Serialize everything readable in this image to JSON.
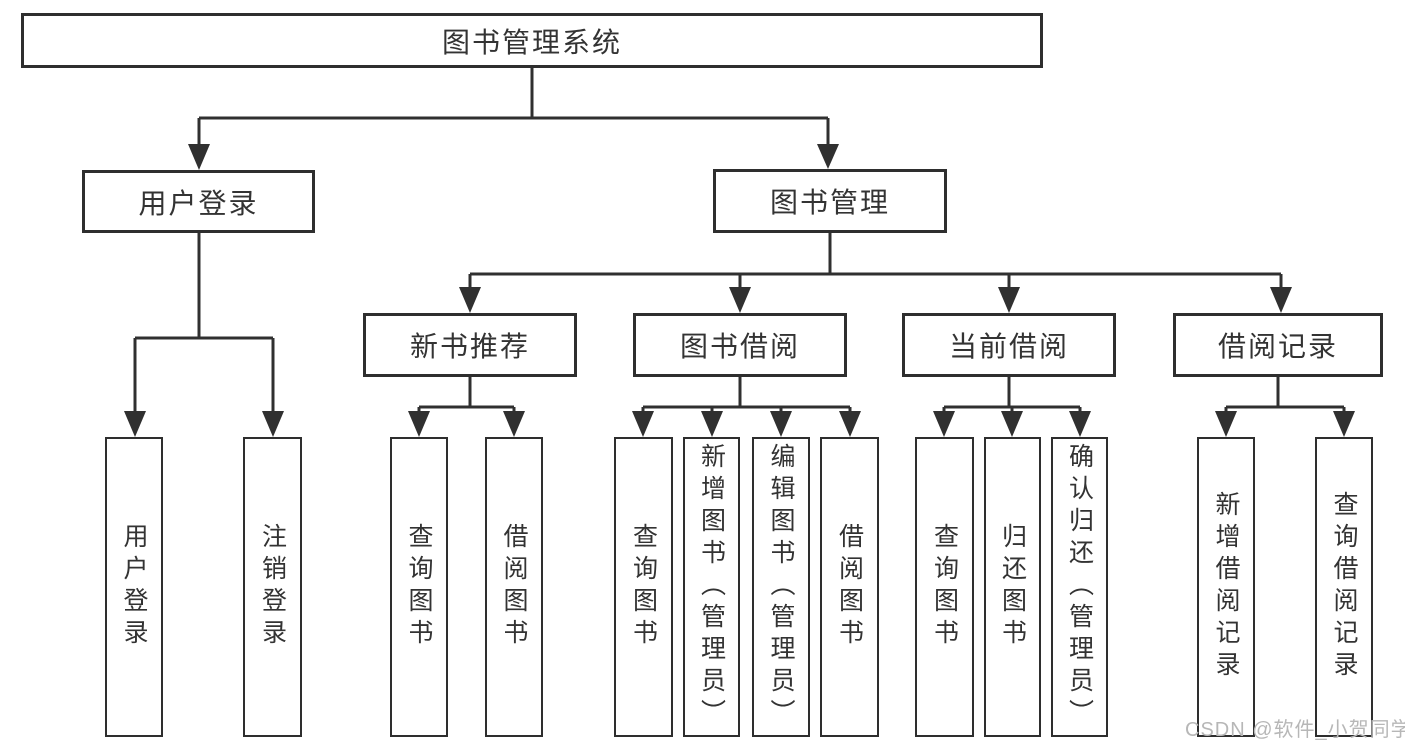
{
  "nodes": {
    "root": "图书管理系统",
    "user_login": "用户登录",
    "book_mgmt": "图书管理",
    "new_book_rec": "新书推荐",
    "book_borrow": "图书借阅",
    "current_borrow": "当前借阅",
    "borrow_record": "借阅记录",
    "leaf_user_login": "用户登录",
    "leaf_logout": "注销登录",
    "leaf_nbr_query": "查询图书",
    "leaf_nbr_borrow": "借阅图书",
    "leaf_bb_query": "查询图书",
    "leaf_bb_add": "新增图书（管理员）",
    "leaf_bb_edit": "编辑图书（管理员）",
    "leaf_bb_borrow": "借阅图书",
    "leaf_cb_query": "查询图书",
    "leaf_cb_return": "归还图书",
    "leaf_cb_confirm": "确认归还（管理员）",
    "leaf_br_add": "新增借阅记录",
    "leaf_br_query": "查询借阅记录"
  },
  "hierarchy": {
    "图书管理系统": [
      "用户登录",
      "图书管理"
    ],
    "用户登录": [
      "用户登录",
      "注销登录"
    ],
    "图书管理": [
      "新书推荐",
      "图书借阅",
      "当前借阅",
      "借阅记录"
    ],
    "新书推荐": [
      "查询图书",
      "借阅图书"
    ],
    "图书借阅": [
      "查询图书",
      "新增图书（管理员）",
      "编辑图书（管理员）",
      "借阅图书"
    ],
    "当前借阅": [
      "查询图书",
      "归还图书",
      "确认归还（管理员）"
    ],
    "借阅记录": [
      "新增借阅记录",
      "查询借阅记录"
    ]
  },
  "watermark": "CSDN @软件_小贺同学",
  "colors": {
    "line": "#303030",
    "border": "#2e2e2e",
    "text": "#333333",
    "watermark": "#b7b7b7",
    "background": "#ffffff"
  }
}
